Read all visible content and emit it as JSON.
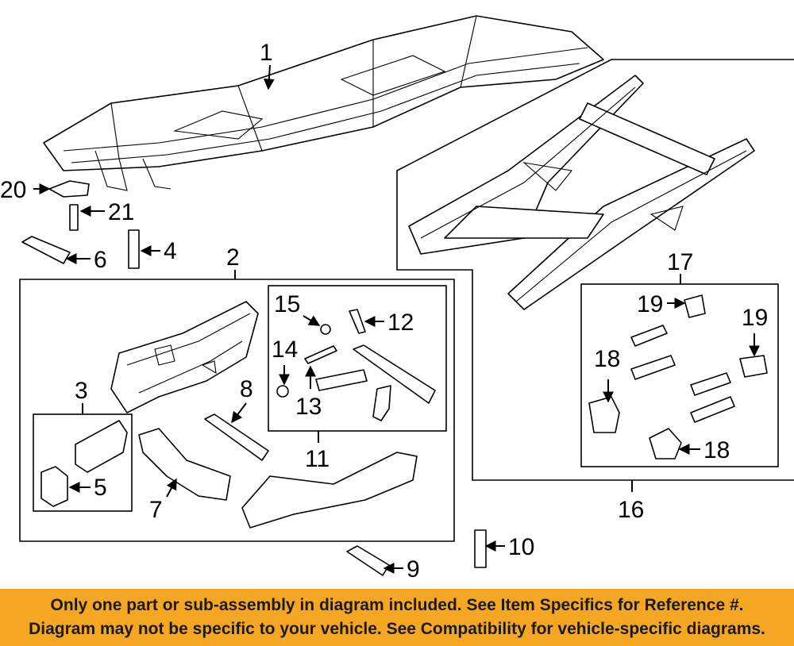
{
  "callouts": {
    "c1": "1",
    "c2": "2",
    "c3": "3",
    "c4": "4",
    "c5": "5",
    "c6": "6",
    "c7": "7",
    "c8": "8",
    "c9": "9",
    "c10": "10",
    "c11": "11",
    "c12": "12",
    "c13": "13",
    "c14": "14",
    "c15": "15",
    "c16": "16",
    "c17": "17",
    "c18a": "18",
    "c18b": "18",
    "c19a": "19",
    "c19b": "19",
    "c20": "20",
    "c21": "21"
  },
  "banner": {
    "line1": "Only one part or sub-assembly in diagram included. See Item Specifics for Reference #.",
    "line2": "Diagram may not be specific to your vehicle. See Compatibility for vehicle-specific diagrams."
  },
  "colors": {
    "banner_bg": "#f5a623",
    "ink": "#000000"
  }
}
